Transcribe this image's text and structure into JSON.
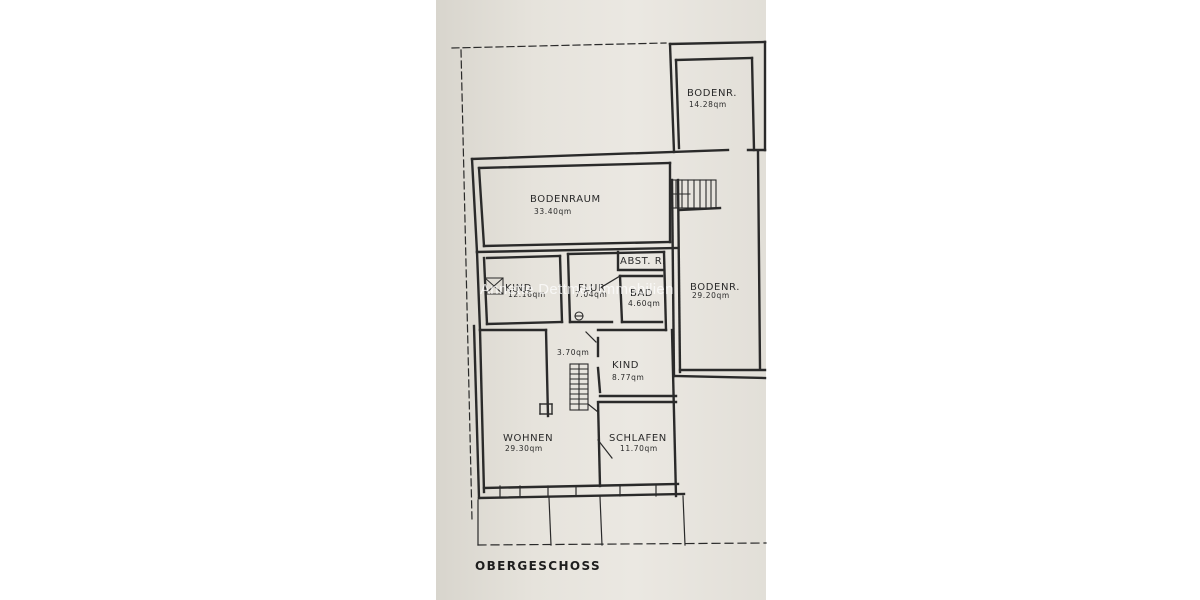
{
  "floor_title": "OBERGESCHOSS",
  "watermark": "Annette Dettmer Immobilien",
  "rooms": {
    "bodenr_top": {
      "name": "BODENR.",
      "area": "14.28qm"
    },
    "bodenraum": {
      "name": "BODENRAUM",
      "area": "33.40qm"
    },
    "bodenr_right": {
      "name": "BODENR.",
      "area": "29.20qm"
    },
    "abstr": {
      "name": "ABST. R."
    },
    "kind_left": {
      "name": "KIND",
      "area": "12.16qm"
    },
    "flur": {
      "name": "FLUR",
      "area": "7.04qm"
    },
    "bad": {
      "name": "BAD",
      "area": "4.60qm"
    },
    "stair_area": {
      "area": "3.70qm"
    },
    "kind_mid": {
      "name": "KIND",
      "area": "8.77qm"
    },
    "wohnen": {
      "name": "WOHNEN",
      "area": "29.30qm"
    },
    "schlafen": {
      "name": "SCHLAFEN",
      "area": "11.70qm"
    }
  },
  "colors": {
    "paper": "#e6e3dc",
    "ink": "#2a2a2a",
    "background": "#ffffff"
  }
}
